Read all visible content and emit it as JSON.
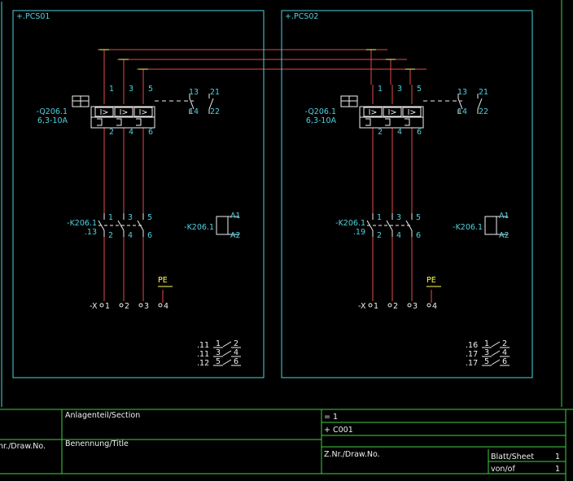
{
  "colors": {
    "background": "#000000",
    "frame": "#4fd2e0",
    "wire": "#e34a4a",
    "symbol": "#f0f0f0",
    "label": "#4fd2e0",
    "title_block": "#3fcf3f",
    "pe": "#ffff55"
  },
  "panels": [
    {
      "id": "pcs01",
      "title": "+.PCS01",
      "breaker_tag": "-Q206.1",
      "breaker_rating": "6,3-10A",
      "breaker_top_terminals": [
        "1",
        "3",
        "5"
      ],
      "breaker_bottom_terminals": [
        "2",
        "4",
        "6"
      ],
      "aux_top_terminals": [
        "13",
        "21"
      ],
      "aux_bottom_terminals": [
        "14",
        "22"
      ],
      "trip_symbol": "I>",
      "contactor_tag": "-K206.1",
      "contactor_ref": ".13",
      "contactor_top_terminals": [
        "1",
        "3",
        "5"
      ],
      "contactor_bottom_terminals": [
        "2",
        "4",
        "6"
      ],
      "coil_tag": "-K206.1",
      "coil_terminals": [
        "A1",
        "A2"
      ],
      "pe_label": "PE",
      "terminal_strip_tag": "-X",
      "terminal_numbers": [
        "1",
        "2",
        "3",
        "4"
      ],
      "cross_refs": [
        ".11",
        ".11",
        ".12"
      ],
      "cross_contacts": [
        [
          "1",
          "2"
        ],
        [
          "3",
          "4"
        ],
        [
          "5",
          "6"
        ]
      ]
    },
    {
      "id": "pcs02",
      "title": "+.PCS02",
      "breaker_tag": "-Q206.1",
      "breaker_rating": "6,3-10A",
      "breaker_top_terminals": [
        "1",
        "3",
        "5"
      ],
      "breaker_bottom_terminals": [
        "2",
        "4",
        "6"
      ],
      "aux_top_terminals": [
        "13",
        "21"
      ],
      "aux_bottom_terminals": [
        "14",
        "22"
      ],
      "trip_symbol": "I>",
      "contactor_tag": "-K206.1",
      "contactor_ref": ".19",
      "contactor_top_terminals": [
        "1",
        "3",
        "5"
      ],
      "contactor_bottom_terminals": [
        "2",
        "4",
        "6"
      ],
      "coil_tag": "-K206.1",
      "coil_terminals": [
        "A1",
        "A2"
      ],
      "pe_label": "PE",
      "terminal_strip_tag": "-X",
      "terminal_numbers": [
        "1",
        "2",
        "3",
        "4"
      ],
      "cross_refs": [
        ".16",
        ".17",
        ".17"
      ],
      "cross_contacts": [
        [
          "1",
          "2"
        ],
        [
          "3",
          "4"
        ],
        [
          "5",
          "6"
        ]
      ]
    }
  ],
  "title_block": {
    "section_label": "Anlagenteil/Section",
    "title_label": "Benennung/Title",
    "drawno_left_label": "nr./Draw.No.",
    "eq_field": "= 1",
    "location_field": "+ C001",
    "drawno_label": "Z.Nr./Draw.No.",
    "sheet_label": "Blatt/Sheet",
    "sheet_value": "1",
    "of_label": "von/of",
    "of_value": "1"
  }
}
